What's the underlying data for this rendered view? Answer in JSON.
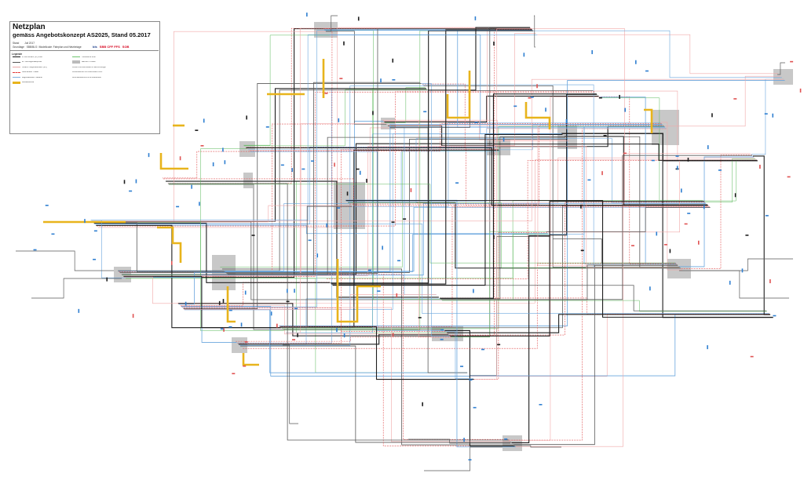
{
  "title_block": {
    "title": "Netzplan",
    "subtitle": "gemäss Angebotskonzept AS2025, Stand 05.2017",
    "stand_label": "Stand",
    "stand_value": "Juli 2017",
    "grundlage_label": "Grundlage",
    "grundlage_value": "SBB/BLS / Modellcode: Fahrplan und Netzbelage",
    "logos": [
      "bls",
      "SBB CFF FFS",
      "SOB"
    ]
  },
  "legend": {
    "header": "Legende",
    "items": [
      {
        "label": "IC Fernverkehr (FV) Linie",
        "color": "#1a1a1a",
        "style": "solid"
      },
      {
        "label": "IR / RE Regionalexpress",
        "color": "#555555",
        "style": "solid"
      },
      {
        "label": "S-Bahn / Regionalverkehr (RV)",
        "color": "#e8a7a7",
        "style": "solid"
      },
      {
        "label": "Güterverkehr Trasse",
        "color": "#e23b3b",
        "style": "dashed"
      },
      {
        "label": "Regionalverkehr Variante",
        "color": "#7fb0de",
        "style": "solid"
      },
      {
        "label": "Ausbaustrecke",
        "color": "#e8b41c",
        "style": "thick"
      },
      {
        "label": "Touristische Linie",
        "color": "#6fc46f",
        "style": "solid"
      },
      {
        "label": "Bahnhof / Knoten",
        "color": "#bbbbbb",
        "style": "box"
      }
    ]
  },
  "annotations": [
    {
      "text": "Knoten mit Anschlüssen in alle Richtungen"
    },
    {
      "text": "Knotenbahnhof für Anschlüsse FV/RV"
    },
    {
      "text": "Anschlussbahnhof ohne Wartezeiten"
    }
  ],
  "colors": {
    "black_line": "#1e1e1e",
    "dark_line": "#5a5a5a",
    "red_line": "#e05252",
    "pink_line": "#f0a8a8",
    "blue_line": "#6aa6dd",
    "orange_line": "#e8b41c",
    "green_line": "#58b858",
    "node_fill": "#c8c8c8",
    "badge_blue": "#2f7fd1"
  }
}
